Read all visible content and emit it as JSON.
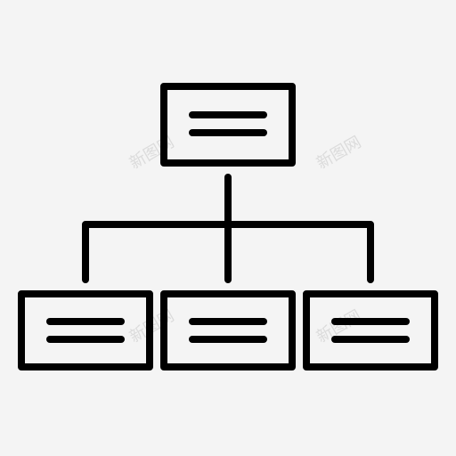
{
  "icon": {
    "name": "org-chart-icon",
    "stroke_color": "#000000",
    "background_color": "#f4f4f4"
  },
  "watermarks": [
    "新图网",
    "新图网",
    "新图网",
    "新图网"
  ]
}
